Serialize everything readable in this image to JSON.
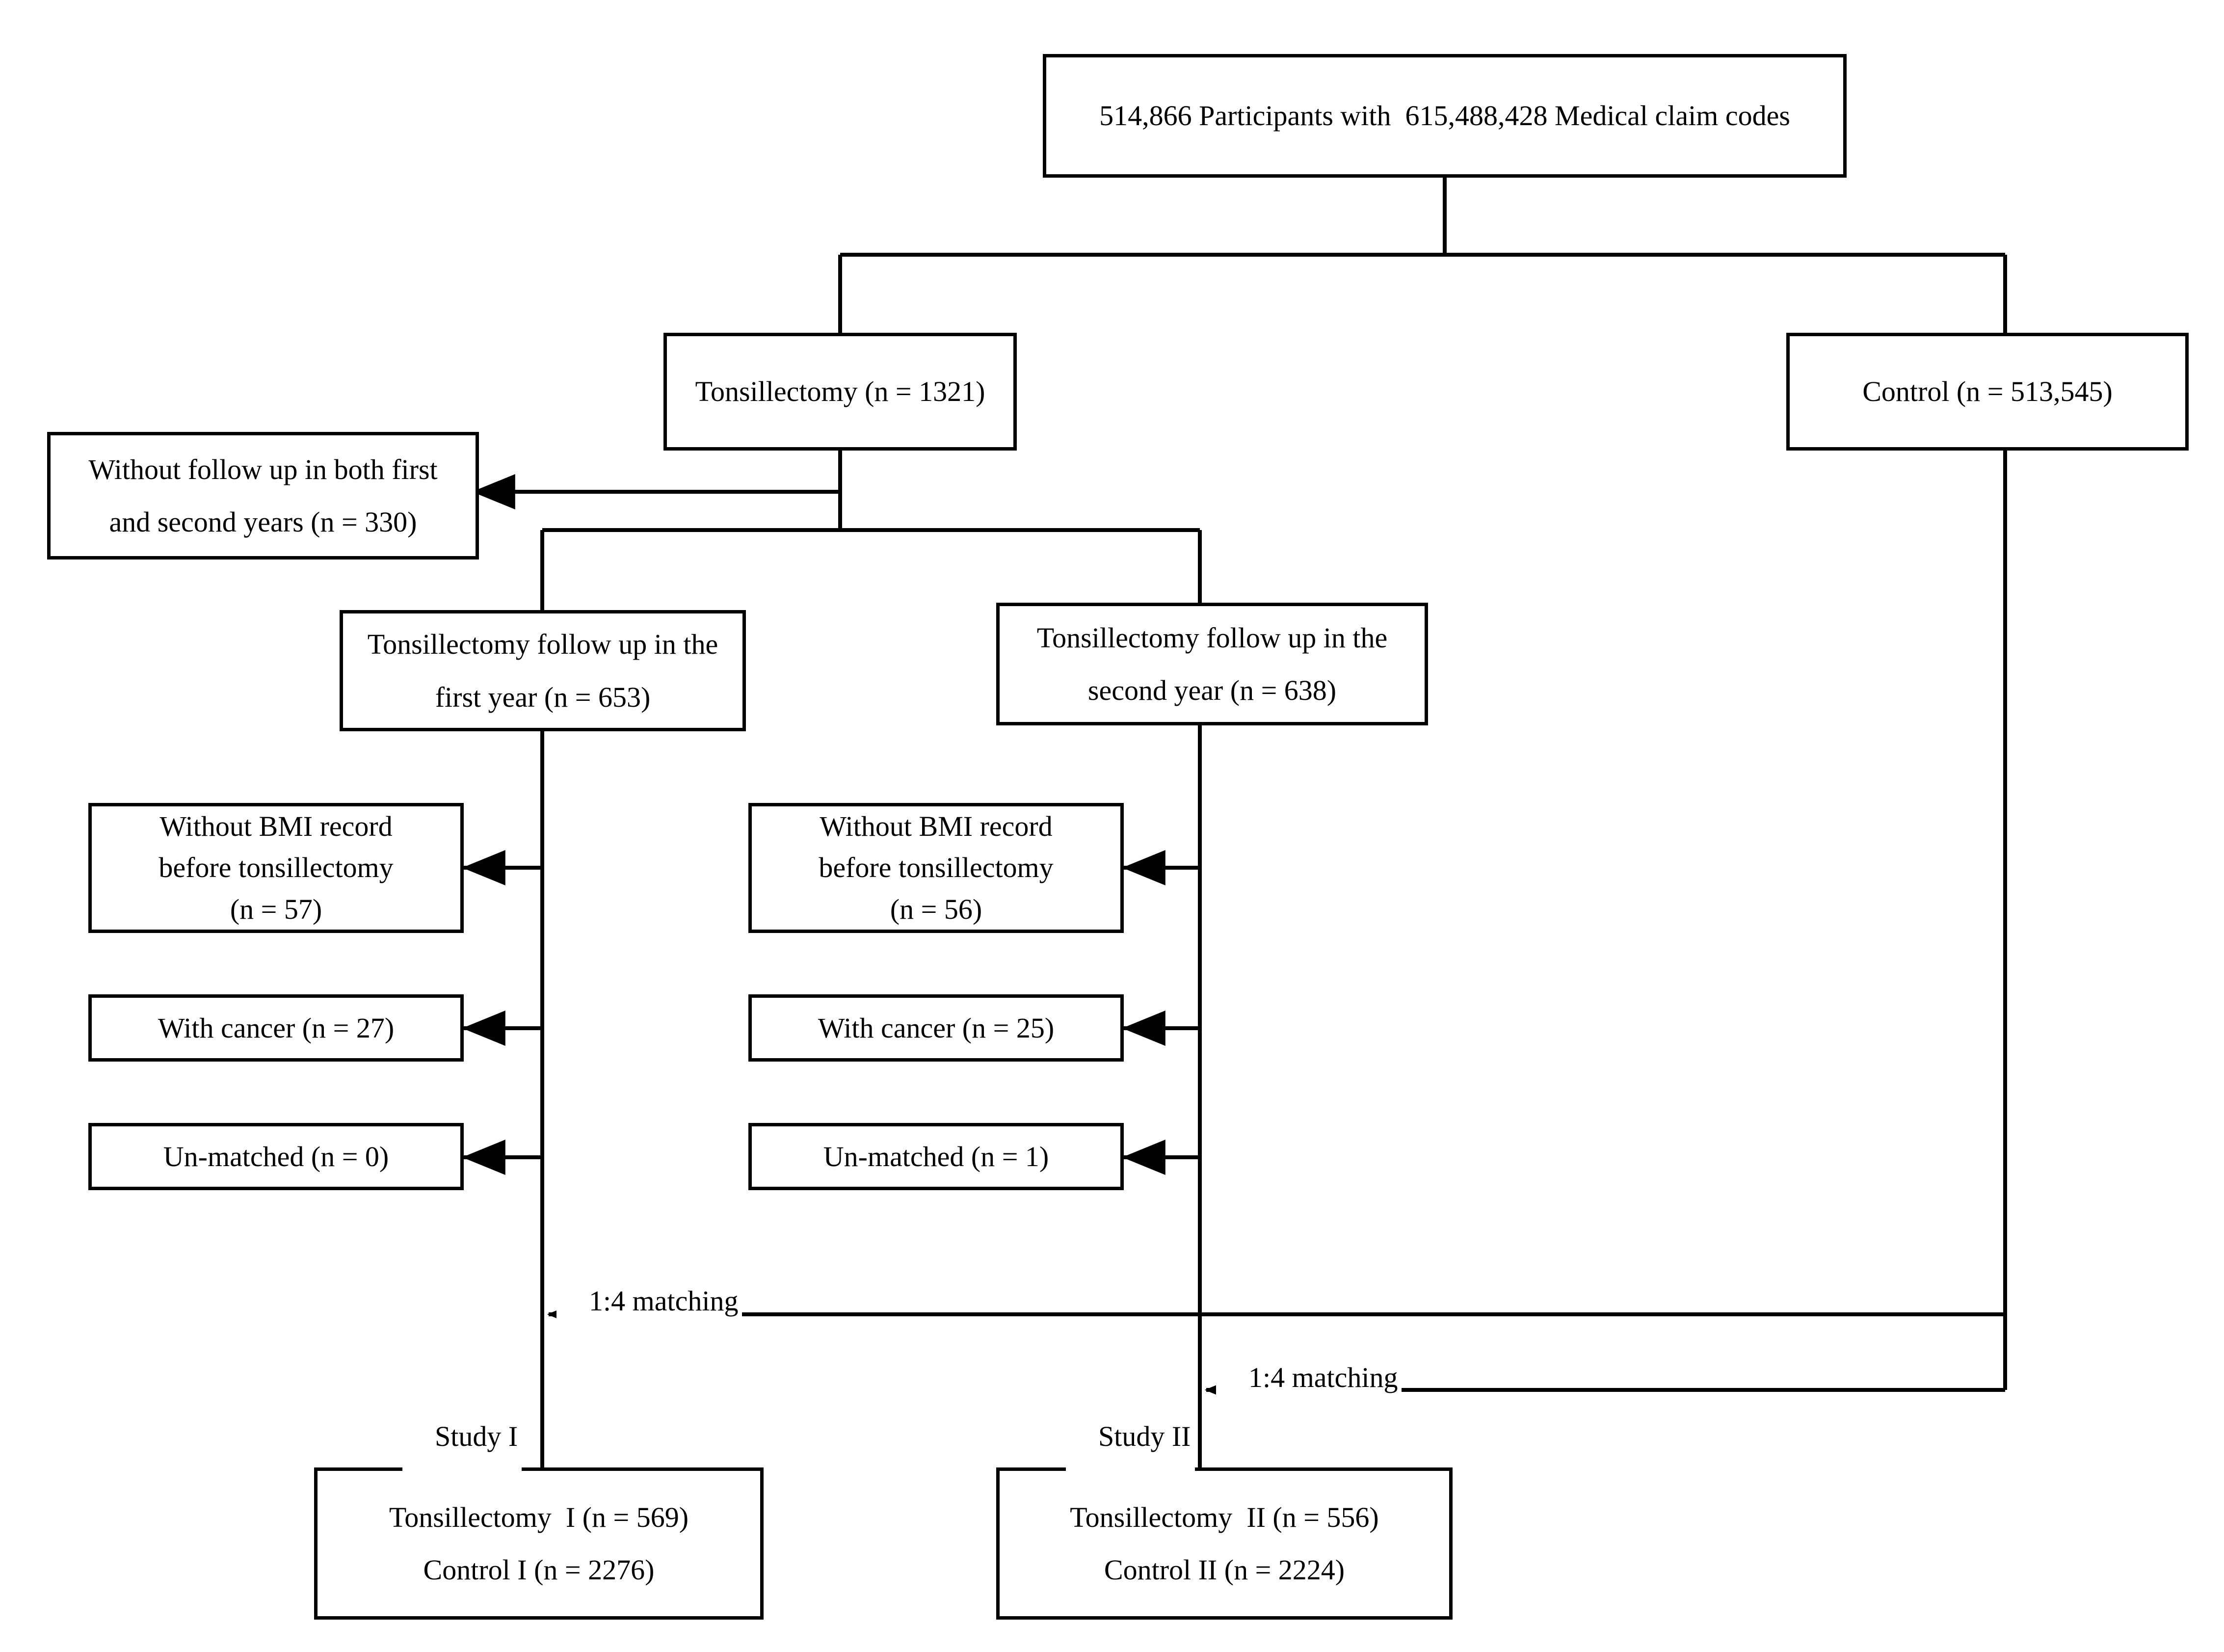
{
  "figure": {
    "type": "study-flow-diagram",
    "title": "Participant selection flow diagram",
    "line_color": "#000000",
    "background_color": "#ffffff"
  },
  "nodes": {
    "source": {
      "id": "source-population",
      "lines": [
        "514,866 Participants with  615,488,428 Medical claim codes"
      ]
    },
    "tonsillectomy": {
      "id": "tonsillectomy-group",
      "lines": [
        "Tonsillectomy (n = 1321)"
      ]
    },
    "control": {
      "id": "control-group",
      "lines": [
        "Control (n = 513,545)"
      ]
    },
    "no_followup": {
      "id": "excluded-no-followup",
      "lines": [
        "Without follow up in both first",
        "and second years (n = 330)"
      ]
    },
    "followup_year1": {
      "id": "tonsillectomy-followup-year1",
      "lines": [
        "Tonsillectomy follow up in the",
        "first year (n = 653)"
      ]
    },
    "followup_year2": {
      "id": "tonsillectomy-followup-year2",
      "lines": [
        "Tonsillectomy follow up in the",
        "second year (n = 638)"
      ]
    },
    "no_bmi_1": {
      "id": "excluded-no-bmi-study1",
      "lines": [
        "Without BMI record",
        "before tonsillectomy",
        "(n = 57)"
      ]
    },
    "no_bmi_2": {
      "id": "excluded-no-bmi-study2",
      "lines": [
        "Without BMI record",
        "before tonsillectomy",
        "(n = 56)"
      ]
    },
    "cancer_1": {
      "id": "excluded-cancer-study1",
      "lines": [
        "With cancer (n = 27)"
      ]
    },
    "cancer_2": {
      "id": "excluded-cancer-study2",
      "lines": [
        "With cancer (n = 25)"
      ]
    },
    "unmatched_1": {
      "id": "excluded-unmatched-study1",
      "lines": [
        "Un-matched (n = 0)"
      ]
    },
    "unmatched_2": {
      "id": "excluded-unmatched-study2",
      "lines": [
        "Un-matched (n = 1)"
      ]
    },
    "study1_result": {
      "id": "study1-final-cohort",
      "lines": [
        "Tonsillectomy  I (n = 569)",
        "Control I (n = 2276)"
      ]
    },
    "study2_result": {
      "id": "study2-final-cohort",
      "lines": [
        "Tonsillectomy  II (n = 556)",
        "Control II (n = 2224)"
      ]
    }
  },
  "labels": {
    "matching1": "1:4 matching",
    "matching2": "1:4 matching",
    "study1": "Study I",
    "study2": "Study II"
  },
  "chart_data": {
    "type": "flowchart",
    "title": "Participant selection flow diagram",
    "stages": [
      {
        "label": "514,866 Participants with  615,488,428 Medical claim codes",
        "n": 514866,
        "claim_codes": 615488428
      },
      {
        "label": "Tonsillectomy (n = 1321)",
        "n": 1321
      },
      {
        "label": "Control (n = 513,545)",
        "n": 513545
      },
      {
        "label": "Without follow up in both first and second years (n = 330)",
        "n": 330,
        "kind": "exclusion"
      },
      {
        "label": "Tonsillectomy follow up in the first year (n = 653)",
        "n": 653
      },
      {
        "label": "Tonsillectomy follow up in the second year (n = 638)",
        "n": 638
      },
      {
        "label": "Without BMI record before tonsillectomy (n = 57)",
        "n": 57,
        "kind": "exclusion"
      },
      {
        "label": "Without BMI record before tonsillectomy (n = 56)",
        "n": 56,
        "kind": "exclusion"
      },
      {
        "label": "With cancer (n = 27)",
        "n": 27,
        "kind": "exclusion"
      },
      {
        "label": "With cancer (n = 25)",
        "n": 25,
        "kind": "exclusion"
      },
      {
        "label": "Un-matched (n = 0)",
        "n": 0,
        "kind": "exclusion"
      },
      {
        "label": "Un-matched (n = 1)",
        "n": 1,
        "kind": "exclusion"
      },
      {
        "label": "Tonsillectomy I (n = 569)",
        "n": 569
      },
      {
        "label": "Control I (n = 2276)",
        "n": 2276
      },
      {
        "label": "Tonsillectomy II (n = 556)",
        "n": 556
      },
      {
        "label": "Control II (n = 2224)",
        "n": 2224
      }
    ],
    "matching_ratio": "1:4"
  }
}
